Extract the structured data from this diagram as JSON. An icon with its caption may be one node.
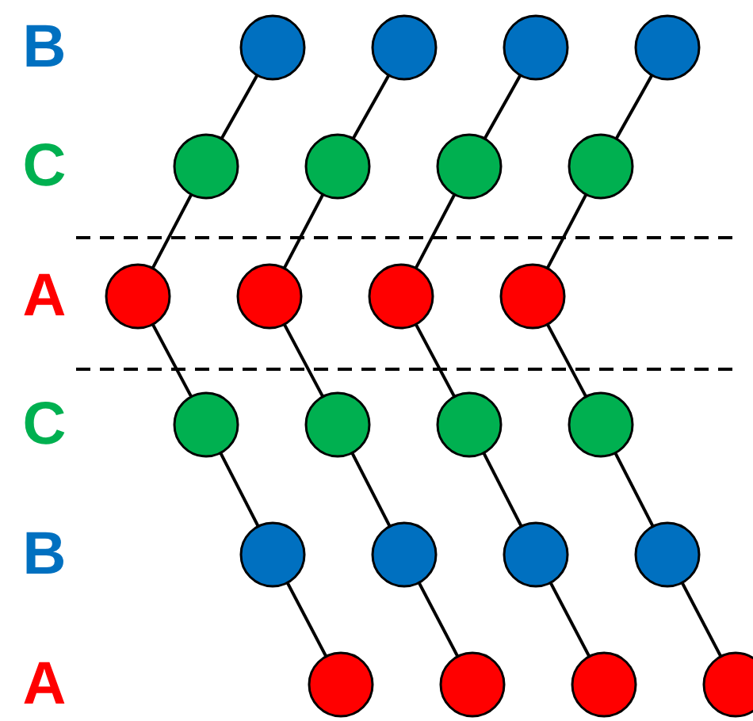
{
  "diagram": {
    "nodes": [
      {
        "text": [],
        "shape": "circle"
      },
      {
        "text": [],
        "shape": "circle"
      },
      {
        "text": [],
        "shape": "circle"
      },
      {
        "text": [],
        "shape": "circle"
      },
      {
        "text": [],
        "shape": "circle"
      },
      {
        "text": [],
        "shape": "circle"
      },
      {
        "text": [],
        "shape": "circle"
      },
      {
        "text": [],
        "shape": "circle"
      },
      {
        "text": [],
        "shape": "circle"
      },
      {
        "text": [],
        "shape": "circle"
      },
      {
        "text": [],
        "shape": "circle"
      },
      {
        "text": [],
        "shape": "circle"
      },
      {
        "text": [],
        "shape": "circle"
      },
      {
        "text": [],
        "shape": "circle"
      },
      {
        "text": [],
        "shape": "circle"
      },
      {
        "text": [],
        "shape": "circle"
      },
      {
        "text": [],
        "shape": "circle"
      },
      {
        "text": [],
        "shape": "circle"
      },
      {
        "text": [],
        "shape": "circle"
      },
      {
        "text": [],
        "shape": "circle"
      },
      {
        "text": [],
        "shape": "circle"
      },
      {
        "text": [],
        "shape": "circle"
      },
      {
        "text": [],
        "shape": "circle"
      },
      {
        "text": [],
        "shape": "circle"
      }
    ],
    "edges": [
      {
        "from": 0,
        "to": 4,
        "arrow": "none"
      },
      {
        "from": 4,
        "to": 8,
        "arrow": "none"
      },
      {
        "from": 8,
        "to": 12,
        "arrow": "none"
      },
      {
        "from": 12,
        "to": 16,
        "arrow": "none"
      },
      {
        "from": 16,
        "to": 20,
        "arrow": "none"
      },
      {
        "from": 1,
        "to": 5,
        "arrow": "none"
      },
      {
        "from": 5,
        "to": 9,
        "arrow": "none"
      },
      {
        "from": 9,
        "to": 13,
        "arrow": "none"
      },
      {
        "from": 13,
        "to": 17,
        "arrow": "none"
      },
      {
        "from": 17,
        "to": 21,
        "arrow": "none"
      },
      {
        "from": 2,
        "to": 6,
        "arrow": "none"
      },
      {
        "from": 6,
        "to": 10,
        "arrow": "none"
      },
      {
        "from": 10,
        "to": 14,
        "arrow": "none"
      },
      {
        "from": 14,
        "to": 18,
        "arrow": "none"
      },
      {
        "from": 18,
        "to": 22,
        "arrow": "none"
      },
      {
        "from": 3,
        "to": 7,
        "arrow": "none"
      },
      {
        "from": 7,
        "to": 11,
        "arrow": "none"
      },
      {
        "from": 11,
        "to": 15,
        "arrow": "none"
      },
      {
        "from": 15,
        "to": 19,
        "arrow": "none"
      },
      {
        "from": 19,
        "to": 23,
        "arrow": "none"
      }
    ],
    "labels": [
      "B",
      "C",
      "A",
      "C",
      "B",
      "A"
    ]
  }
}
